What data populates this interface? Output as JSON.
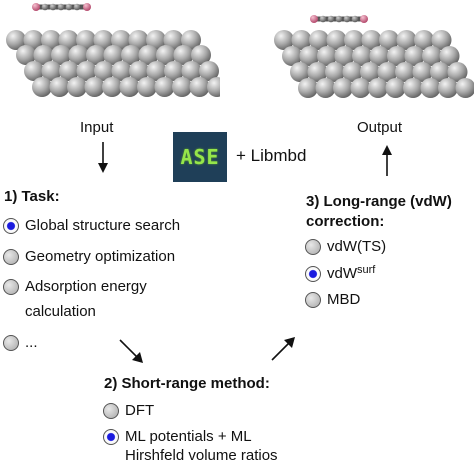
{
  "flow": {
    "input_label": "Input",
    "output_label": "Output",
    "ase_logo_text": "ASE",
    "libmbd_label": "+ Libmbd"
  },
  "task": {
    "title": "1) Task:",
    "options": [
      {
        "label": "Global structure search",
        "selected": true
      },
      {
        "label": "Geometry optimization",
        "selected": false
      },
      {
        "label": "Adsorption energy",
        "label_line2": "calculation",
        "selected": false
      },
      {
        "label": "...",
        "selected": false
      }
    ]
  },
  "short_range": {
    "title": "2) Short-range method:",
    "options": [
      {
        "label": "DFT",
        "selected": false
      },
      {
        "label": "ML potentials + ML",
        "label_line2": "Hirshfeld volume ratios",
        "selected": true
      }
    ]
  },
  "long_range": {
    "title_line1": "3) Long-range (vdW)",
    "title_line2": "correction:",
    "options": [
      {
        "label": "vdW(TS)",
        "selected": false
      },
      {
        "label": "vdW",
        "sup": "surf",
        "selected": true
      },
      {
        "label": "MBD",
        "selected": false
      }
    ]
  },
  "colors": {
    "selected_dot": "#1a1adf",
    "logo_bg": "#1f3f58",
    "logo_text": "#95e64a",
    "molecule_end": "#d9708f"
  }
}
